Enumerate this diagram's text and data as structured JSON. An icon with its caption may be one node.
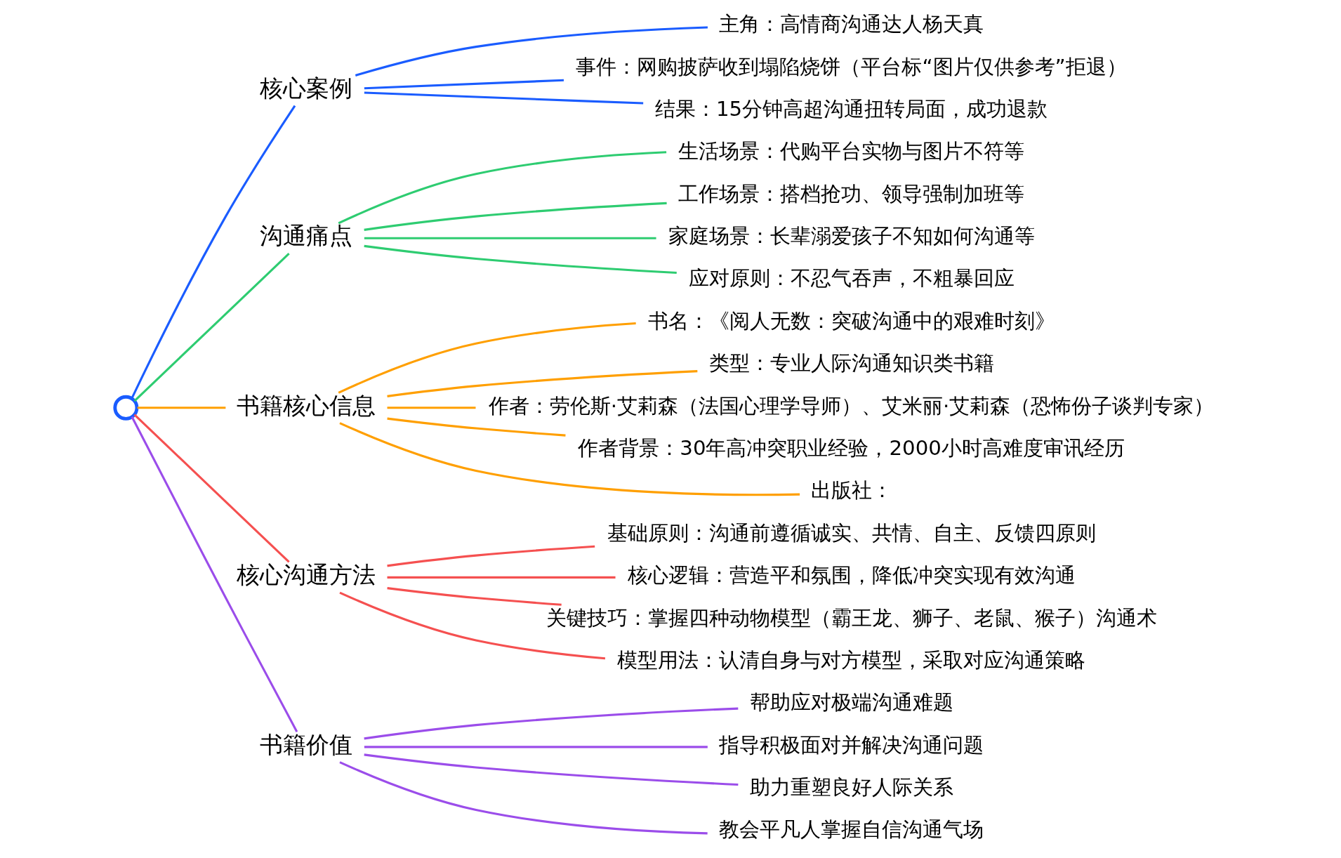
{
  "diagram": {
    "nodes": [
      {
        "text": [],
        "shape": "circle"
      },
      {
        "text": [
          "核心案例"
        ]
      },
      {
        "text": [
          "主角：高情商沟通达人杨天真"
        ]
      },
      {
        "text": [
          "事件：网购披萨收到塌陷烧饼（平台标“图片仅供参考”拒退）"
        ]
      },
      {
        "text": [
          "结果：15分钟高超沟通扭转局面，成功退款"
        ]
      },
      {
        "text": [
          "沟通痛点"
        ]
      },
      {
        "text": [
          "生活场景：代购平台实物与图片不符等"
        ]
      },
      {
        "text": [
          "工作场景：搭档抢功、领导强制加班等"
        ]
      },
      {
        "text": [
          "家庭场景：长辈溺爱孩子不知如何沟通等"
        ]
      },
      {
        "text": [
          "应对原则：不忍气吞声，不粗暴回应"
        ]
      },
      {
        "text": [
          "书籍核心信息"
        ]
      },
      {
        "text": [
          "书名：《阅人无数：突破沟通中的艰难时刻》"
        ]
      },
      {
        "text": [
          "类型：专业人际沟通知识类书籍"
        ]
      },
      {
        "text": [
          "作者：劳伦斯·艾莉森（法国心理学导师）、艾米丽·艾莉森（恐怖份子谈判专家）"
        ]
      },
      {
        "text": [
          "作者背景：30年高冲突职业经验，2000小时高难度审讯经历"
        ]
      },
      {
        "text": [
          "出版社："
        ]
      },
      {
        "text": [
          "核心沟通方法"
        ]
      },
      {
        "text": [
          "基础原则：沟通前遵循诚实、共情、自主、反馈四原则"
        ]
      },
      {
        "text": [
          "核心逻辑：营造平和氛围，降低冲突实现有效沟通"
        ]
      },
      {
        "text": [
          "关键技巧：掌握四种动物模型（霸王龙、狮子、老鼠、猴子）沟通术"
        ]
      },
      {
        "text": [
          "模型用法：认清自身与对方模型，采取对应沟通策略"
        ]
      },
      {
        "text": [
          "书籍价值"
        ]
      },
      {
        "text": [
          "帮助应对极端沟通难题"
        ]
      },
      {
        "text": [
          "指导积极面对并解决沟通问题"
        ]
      },
      {
        "text": [
          "助力重塑良好人际关系"
        ]
      },
      {
        "text": [
          "教会平凡人掌握自信沟通气场"
        ]
      }
    ],
    "edges": [
      {
        "from": 0,
        "to": 1,
        "arrow": "none",
        "color": "#1a5cff"
      },
      {
        "from": 1,
        "to": 2,
        "arrow": "none",
        "color": "#1a5cff"
      },
      {
        "from": 1,
        "to": 3,
        "arrow": "none",
        "color": "#1a5cff"
      },
      {
        "from": 1,
        "to": 4,
        "arrow": "none",
        "color": "#1a5cff"
      },
      {
        "from": 0,
        "to": 5,
        "arrow": "none",
        "color": "#2ecc71"
      },
      {
        "from": 5,
        "to": 6,
        "arrow": "none",
        "color": "#2ecc71"
      },
      {
        "from": 5,
        "to": 7,
        "arrow": "none",
        "color": "#2ecc71"
      },
      {
        "from": 5,
        "to": 8,
        "arrow": "none",
        "color": "#2ecc71"
      },
      {
        "from": 5,
        "to": 9,
        "arrow": "none",
        "color": "#2ecc71"
      },
      {
        "from": 0,
        "to": 10,
        "arrow": "none",
        "color": "#ff9f00"
      },
      {
        "from": 10,
        "to": 11,
        "arrow": "none",
        "color": "#ff9f00"
      },
      {
        "from": 10,
        "to": 12,
        "arrow": "none",
        "color": "#ff9f00"
      },
      {
        "from": 10,
        "to": 13,
        "arrow": "none",
        "color": "#ff9f00"
      },
      {
        "from": 10,
        "to": 14,
        "arrow": "none",
        "color": "#ff9f00"
      },
      {
        "from": 10,
        "to": 15,
        "arrow": "none",
        "color": "#ff9f00"
      },
      {
        "from": 0,
        "to": 16,
        "arrow": "none",
        "color": "#f55050"
      },
      {
        "from": 16,
        "to": 17,
        "arrow": "none",
        "color": "#f55050"
      },
      {
        "from": 16,
        "to": 18,
        "arrow": "none",
        "color": "#f55050"
      },
      {
        "from": 16,
        "to": 19,
        "arrow": "none",
        "color": "#f55050"
      },
      {
        "from": 16,
        "to": 20,
        "arrow": "none",
        "color": "#f55050"
      },
      {
        "from": 0,
        "to": 21,
        "arrow": "none",
        "color": "#9b4dea"
      },
      {
        "from": 21,
        "to": 22,
        "arrow": "none",
        "color": "#9b4dea"
      },
      {
        "from": 21,
        "to": 23,
        "arrow": "none",
        "color": "#9b4dea"
      },
      {
        "from": 21,
        "to": 24,
        "arrow": "none",
        "color": "#9b4dea"
      },
      {
        "from": 21,
        "to": 25,
        "arrow": "none",
        "color": "#9b4dea"
      }
    ]
  }
}
